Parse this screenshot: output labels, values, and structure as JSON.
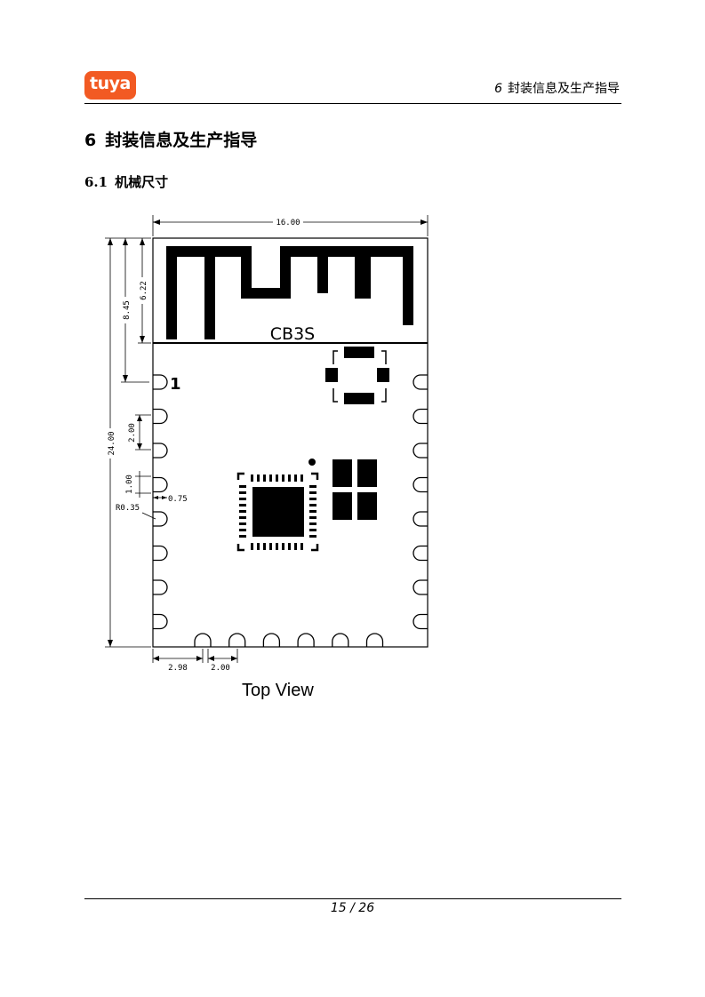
{
  "header": {
    "logo_text": "tuya",
    "section_number": "6",
    "section_title": "封装信息及生产指导"
  },
  "heading1": {
    "number": "6",
    "title": "封装信息及生产指导"
  },
  "heading2": {
    "number": "6.1",
    "title": "机械尺寸"
  },
  "drawing": {
    "module_label": "CB3S",
    "pin1_label": "1",
    "dims": {
      "width": "16.00",
      "height": "24.00",
      "antenna_height": "6.22",
      "pin1_offset": "8.45",
      "pin_pitch": "2.00",
      "pin_length": "1.00",
      "pin_width": "0.75",
      "pin_radius": "R0.35",
      "bottom_offset": "2.98",
      "bottom_pitch": "2.00"
    },
    "caption": "Top View"
  },
  "footer": {
    "page": "15 / 26"
  }
}
